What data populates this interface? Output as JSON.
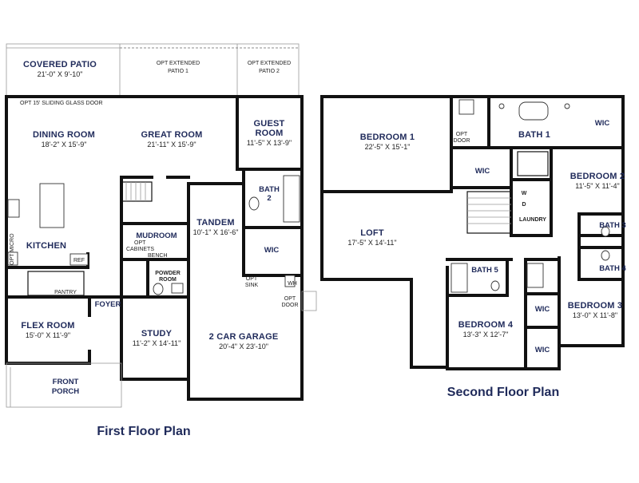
{
  "first_floor": {
    "title": "First Floor Plan",
    "rooms": {
      "covered_patio": {
        "name": "COVERED PATIO",
        "dim": "21'-0\" X 9'-10\""
      },
      "opt_patio_1": {
        "name": "OPT EXTENDED",
        "name2": "PATIO 1"
      },
      "opt_patio_2": {
        "name": "OPT EXTENDED",
        "name2": "PATIO 2"
      },
      "sliding_door_note": "OPT 15' SLIDING GLASS DOOR",
      "dining_room": {
        "name": "DINING ROOM",
        "dim": "18'-2\" X 15'-9\""
      },
      "great_room": {
        "name": "GREAT ROOM",
        "dim": "21'-11\" X 15'-9\""
      },
      "guest_room": {
        "name": "GUEST",
        "name2": "ROOM",
        "dim": "11'-5\" X 13'-9\""
      },
      "bath_2": {
        "name": "BATH",
        "name2": "2"
      },
      "wic": {
        "name": "WIC"
      },
      "tandem": {
        "name": "TANDEM",
        "dim": "10'-1\" X 16'-6\""
      },
      "mudroom": {
        "name": "MUDROOM",
        "note1": "OPT",
        "note2": "CABINETS",
        "note3": "BENCH"
      },
      "powder_room": {
        "name": "POWDER",
        "name2": "ROOM"
      },
      "kitchen": {
        "name": "KITCHEN"
      },
      "ref": "REF",
      "pantry": "PANTRY",
      "foyer": "FOYER",
      "flex_room": {
        "name": "FLEX ROOM",
        "dim": "15'-0\" X 11'-9\""
      },
      "study": {
        "name": "STUDY",
        "dim": "11'-2\" X 14'-11\""
      },
      "garage": {
        "name": "2 CAR GARAGE",
        "dim": "20'-4\" X 23'-10\""
      },
      "opt_sink": {
        "l1": "OPT",
        "l2": "SINK"
      },
      "wh": "WH",
      "opt_door": {
        "l1": "OPT",
        "l2": "DOOR"
      },
      "front_porch": {
        "name": "FRONT",
        "name2": "PORCH"
      },
      "opt_micro": "OPT MICRO"
    }
  },
  "second_floor": {
    "title": "Second Floor Plan",
    "rooms": {
      "bedroom_1": {
        "name": "BEDROOM 1",
        "dim": "22'-5\" X 15'-1\""
      },
      "bath_1": {
        "name": "BATH 1"
      },
      "wic_master": {
        "name": "WIC"
      },
      "opt_door": {
        "l1": "OPT",
        "l2": "DOOR"
      },
      "wic_b1": {
        "name": "WIC"
      },
      "bedroom_2": {
        "name": "BEDROOM 2",
        "dim": "11'-5\" X 11'-4\""
      },
      "laundry": {
        "name": "LAUNDRY",
        "w": "W",
        "d": "D"
      },
      "bath_3": {
        "name": "BATH 3"
      },
      "bath_4": {
        "name": "BATH 4"
      },
      "loft": {
        "name": "LOFT",
        "dim": "17'-5\" X 14'-11\""
      },
      "bath_5": {
        "name": "BATH 5"
      },
      "wic_b3": {
        "name": "WIC"
      },
      "bedroom_3": {
        "name": "BEDROOM 3",
        "dim": "13'-0\" X 11'-8\""
      },
      "bedroom_4": {
        "name": "BEDROOM 4",
        "dim": "13'-3\" X 12'-7\""
      },
      "wic_b4": {
        "name": "WIC"
      }
    }
  }
}
